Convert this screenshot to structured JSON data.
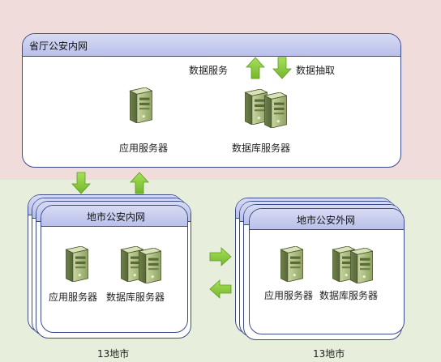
{
  "province": {
    "title": "省厅公安内网",
    "app_server": "应用服务器",
    "db_server": "数据库服务器",
    "data_service": "数据服务",
    "data_extract": "数据抽取"
  },
  "city_intranet": {
    "title": "地市公安内网",
    "app_server": "应用服务器",
    "db_server": "数据库服务器",
    "count": "13地市"
  },
  "city_extranet": {
    "title": "地市公安外网",
    "app_server": "应用服务器",
    "db_server": "数据库服务器",
    "count": "13地市"
  },
  "colors": {
    "top_band": "#f1dcdc",
    "bottom_band": "#e7efdc",
    "border": "#3b4a8a",
    "header": "#c5cbee",
    "arrow": "#8ccd3a",
    "server": "#a9b97b"
  }
}
